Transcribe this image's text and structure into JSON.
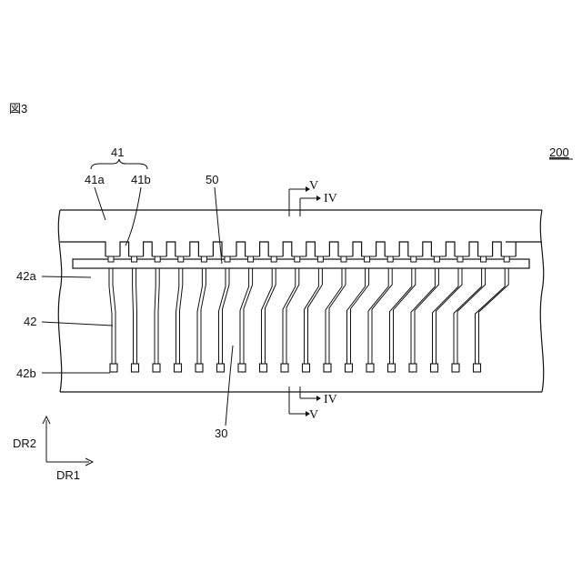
{
  "figure_label": "図3",
  "ref_200": "200",
  "ref_41": "41",
  "ref_41a": "41a",
  "ref_41b": "41b",
  "ref_50": "50",
  "ref_42a": "42a",
  "ref_42": "42",
  "ref_42b": "42b",
  "ref_30": "30",
  "section_v": "V",
  "section_iv": "IV",
  "axis_dr2": "DR2",
  "axis_dr1": "DR1",
  "lead_count": 18
}
